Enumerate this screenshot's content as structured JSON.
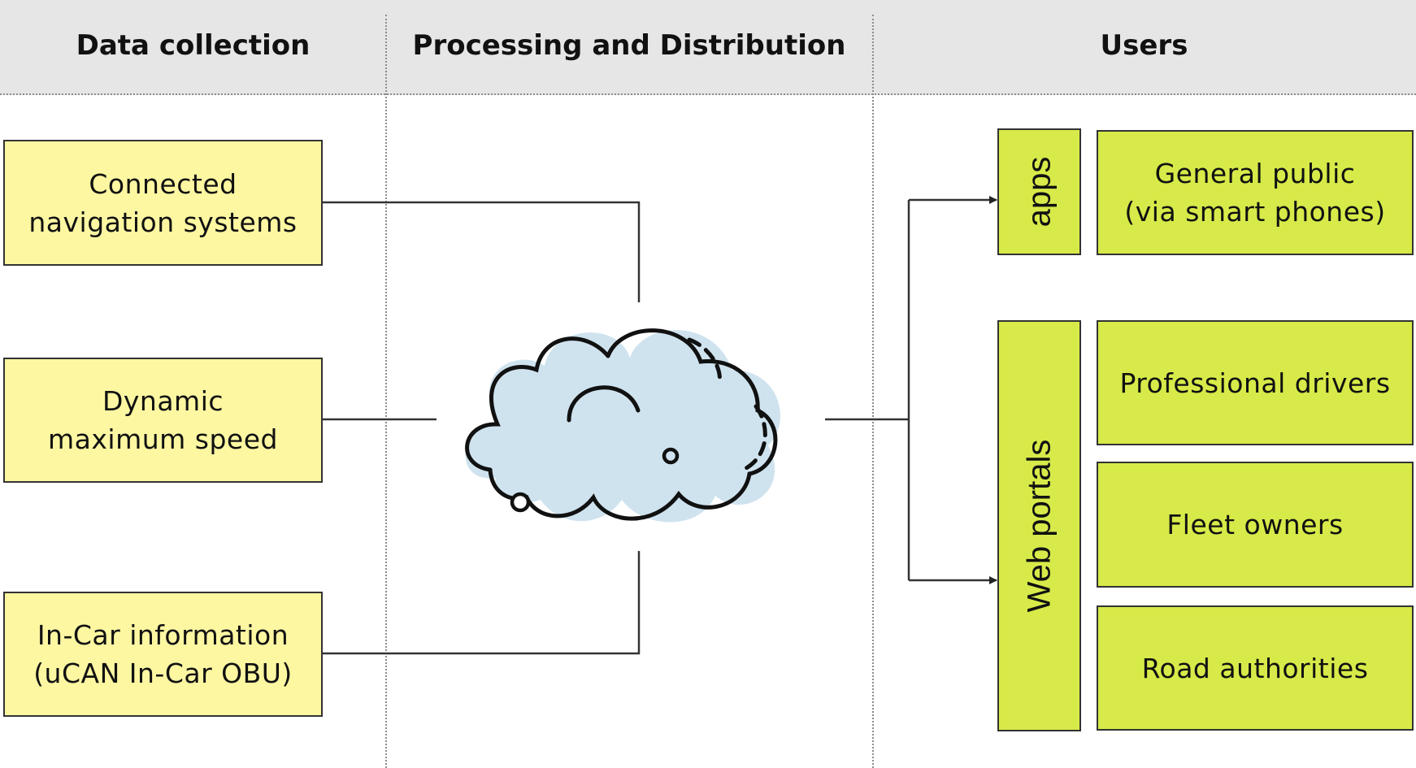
{
  "headers": {
    "data_collection": "Data collection",
    "processing": "Processing and Distribution",
    "users": "Users"
  },
  "sources": [
    {
      "label": "Connected\nnavigation systems"
    },
    {
      "label": "Dynamic\nmaximum speed"
    },
    {
      "label": "In-Car information\n(uCAN In-Car OBU)"
    }
  ],
  "channels": {
    "apps": "apps",
    "web_portals": "Web portals"
  },
  "users": [
    {
      "label": "General public\n(via smart phones)"
    },
    {
      "label": "Professional drivers"
    },
    {
      "label": "Fleet owners"
    },
    {
      "label": "Road authorities"
    }
  ],
  "colors": {
    "source_fill": "#fdf7a2",
    "user_fill": "#d7ea49",
    "cloud_fill": "#cfe3ef",
    "header_band": "#e6e6e6"
  },
  "icons": {
    "cloud": "cloud-icon"
  }
}
